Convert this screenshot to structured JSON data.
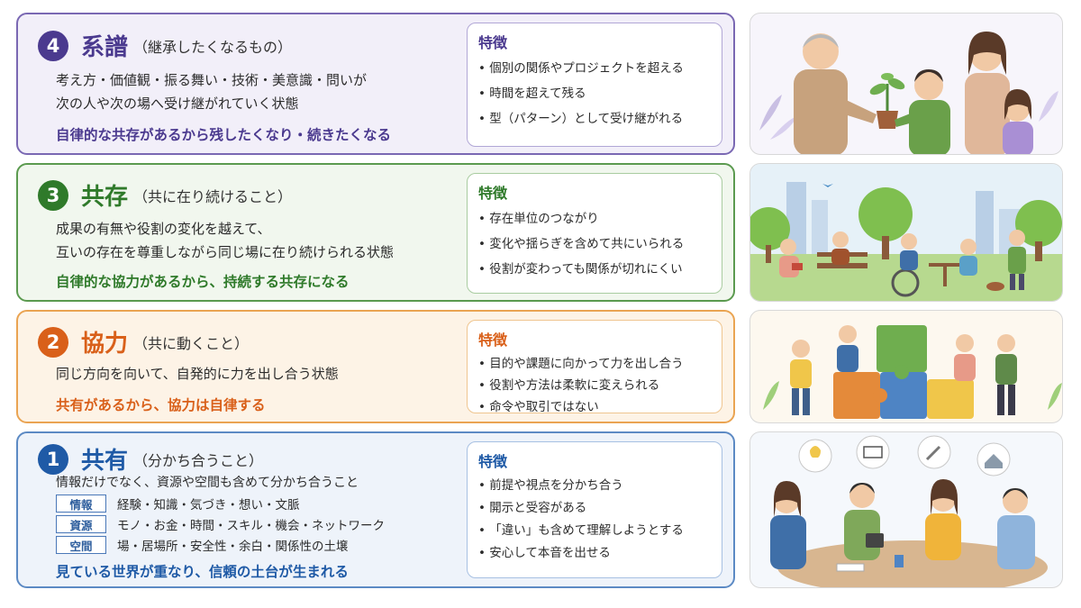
{
  "levels": {
    "four": {
      "number": "4",
      "title": "系譜",
      "subtitle": "（継承したくなるもの）",
      "description": [
        "考え方・価値観・振る舞い・技術・美意識・問いが",
        "次の人や次の場へ受け継がれていく状態"
      ],
      "conclusion": "自律的な共存があるから残したくなり・続きたくなる",
      "features_heading": "特徴",
      "features": [
        "個別の関係やプロジェクトを超える",
        "時間を超えて残る",
        "型（パターン）として受け継がれる"
      ],
      "color": "#4b3a8f"
    },
    "three": {
      "number": "3",
      "title": "共存",
      "subtitle": "（共に在り続けること）",
      "description": [
        "成果の有無や役割の変化を越えて、",
        "互いの存在を尊重しながら同じ場に在り続けられる状態"
      ],
      "conclusion": "自律的な協力があるから、持続する共存になる",
      "features_heading": "特徴",
      "features": [
        "存在単位のつながり",
        "変化や揺らぎを含めて共にいられる",
        "役割が変わっても関係が切れにくい"
      ],
      "color": "#2f7a2a"
    },
    "two": {
      "number": "2",
      "title": "協力",
      "subtitle": "（共に動くこと）",
      "description": [
        "同じ方向を向いて、自発的に力を出し合う状態"
      ],
      "conclusion": "共有があるから、協力は自律する",
      "features_heading": "特徴",
      "features": [
        "目的や課題に向かって力を出し合う",
        "役割や方法は柔軟に変えられる",
        "命令や取引ではない"
      ],
      "color": "#d9601a"
    },
    "one": {
      "number": "1",
      "title": "共有",
      "subtitle": "（分かち合うこと）",
      "description": [
        "情報だけでなく、資源や空間も含めて分かち合うこと"
      ],
      "tags": [
        {
          "label": "情報",
          "text": "経験・知識・気づき・想い・文脈"
        },
        {
          "label": "資源",
          "text": "モノ・お金・時間・スキル・機会・ネットワーク"
        },
        {
          "label": "空間",
          "text": "場・居場所・安全性・余白・関係性の土壌"
        }
      ],
      "conclusion": "見ている世界が重なり、信頼の土台が生まれる",
      "features_heading": "特徴",
      "features": [
        "前提や視点を分かち合う",
        "開示と受容がある",
        "「違い」も含めて理解しようとする",
        "安心して本音を出せる"
      ],
      "color": "#1f5aa6"
    }
  },
  "illustrations": [
    {
      "subject": "elder-passing-plant-icon"
    },
    {
      "subject": "park-community-icon"
    },
    {
      "subject": "puzzle-building-icon"
    },
    {
      "subject": "sharing-discussion-icon"
    }
  ]
}
